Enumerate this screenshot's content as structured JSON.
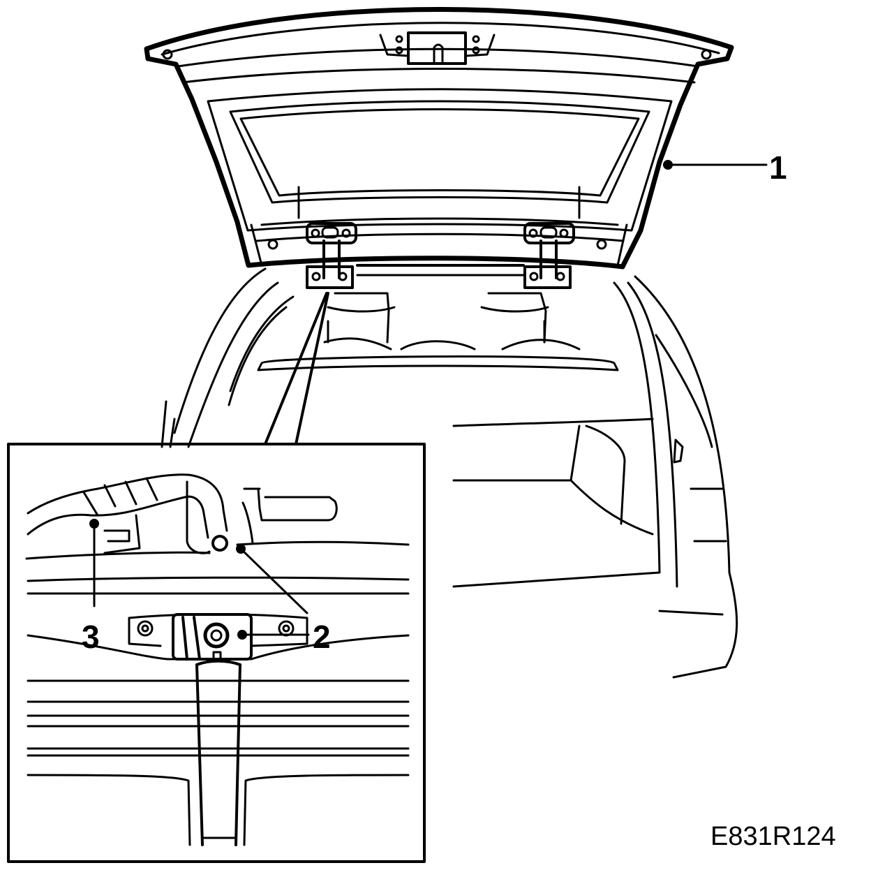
{
  "callouts": {
    "c1": "1",
    "c2": "2",
    "c3": "3"
  },
  "figure_code": "E831R124",
  "colors": {
    "line": "#000000",
    "background": "#ffffff"
  }
}
